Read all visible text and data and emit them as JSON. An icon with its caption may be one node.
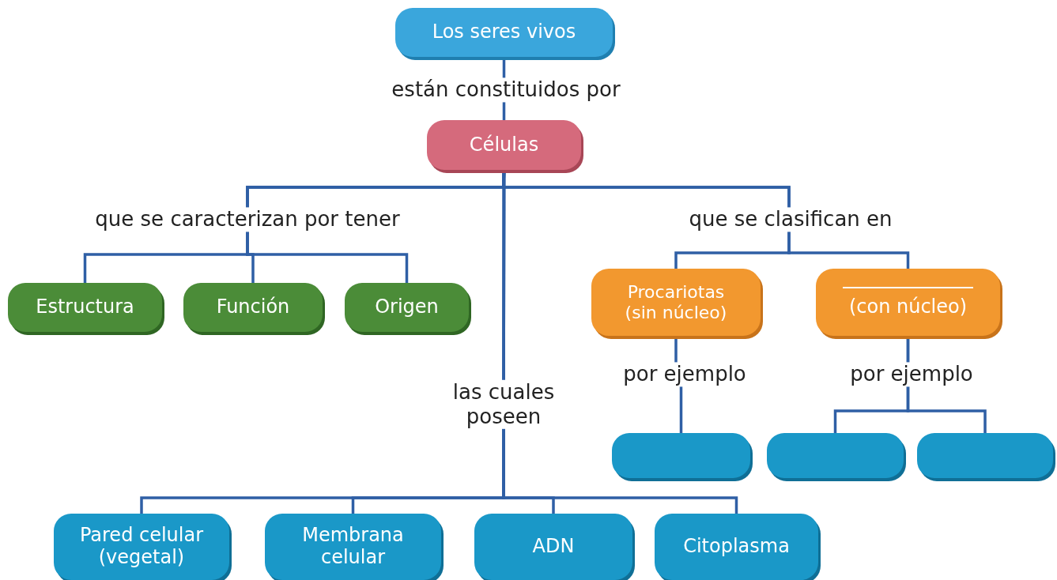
{
  "diagram": {
    "nodes": [
      {
        "text": [
          "Los seres vivos"
        ]
      },
      {
        "text": [
          "Células"
        ]
      },
      {
        "text": [
          "Estructura"
        ]
      },
      {
        "text": [
          "Función"
        ]
      },
      {
        "text": [
          "Origen"
        ]
      },
      {
        "text": [
          "Procariotas (sin núcleo)"
        ]
      },
      {
        "text": [
          "(con núcleo)"
        ]
      },
      {
        "text": [],
        "shape": "box"
      },
      {
        "text": [],
        "shape": "box"
      },
      {
        "text": [],
        "shape": "box"
      },
      {
        "text": [
          "Pared celular (vegetal)"
        ]
      },
      {
        "text": [
          "Membrana celular"
        ]
      },
      {
        "text": [
          "ADN"
        ]
      },
      {
        "text": [
          "Citoplasma"
        ]
      }
    ],
    "edges": [
      {
        "from": 0,
        "to": 1,
        "arrow": "none",
        "label": "están constituidos por"
      },
      {
        "from": 1,
        "to": 2,
        "arrow": "none"
      },
      {
        "from": 1,
        "to": 3,
        "arrow": "none",
        "label": "que se caracterizan por tener"
      },
      {
        "from": 1,
        "to": 4,
        "arrow": "none"
      },
      {
        "from": 1,
        "to": 5,
        "arrow": "none",
        "label": "que se clasifican en"
      },
      {
        "from": 1,
        "to": 6,
        "arrow": "none"
      },
      {
        "from": 1,
        "to": 10,
        "arrow": "none"
      },
      {
        "from": 1,
        "to": 11,
        "arrow": "none"
      },
      {
        "from": 1,
        "to": 12,
        "arrow": "none",
        "label": "las cuales poseen"
      },
      {
        "from": 1,
        "to": 13,
        "arrow": "none"
      },
      {
        "from": 5,
        "to": 7,
        "arrow": "none",
        "label": "por ejemplo"
      },
      {
        "from": 6,
        "to": 8,
        "arrow": "none",
        "label": "por ejemplo"
      },
      {
        "from": 6,
        "to": 9,
        "arrow": "none"
      }
    ]
  }
}
